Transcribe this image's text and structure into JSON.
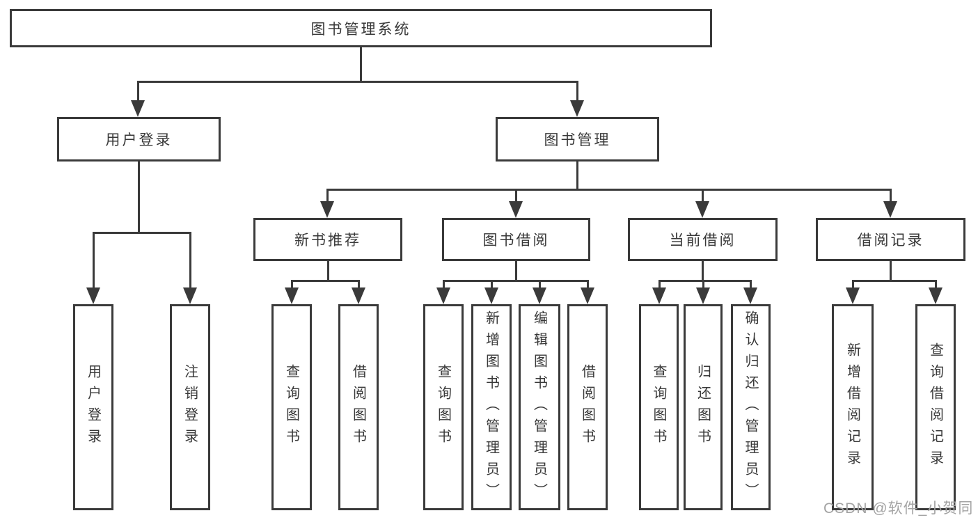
{
  "colors": {
    "line": "#3a3a3a",
    "text": "#383838",
    "box_fill": "#ffffff",
    "watermark": "#a3a3a3",
    "background": "#ffffff"
  },
  "watermark": {
    "text": "CSDN @软件_小贺同学"
  },
  "tree": {
    "root": {
      "label": "图书管理系统"
    },
    "branches": [
      {
        "label": "用户登录",
        "children": [
          {
            "label": "用户登录"
          },
          {
            "label": "注销登录"
          }
        ]
      },
      {
        "label": "图书管理",
        "children": [
          {
            "label": "新书推荐",
            "children": [
              {
                "label": "查询图书"
              },
              {
                "label": "借阅图书"
              }
            ]
          },
          {
            "label": "图书借阅",
            "children": [
              {
                "label": "查询图书"
              },
              {
                "label": "新增图书（管理员）"
              },
              {
                "label": "编辑图书（管理员）"
              },
              {
                "label": "借阅图书"
              }
            ]
          },
          {
            "label": "当前借阅",
            "children": [
              {
                "label": "查询图书"
              },
              {
                "label": "归还图书"
              },
              {
                "label": "确认归还（管理员）"
              }
            ]
          },
          {
            "label": "借阅记录",
            "children": [
              {
                "label": "新增借阅记录"
              },
              {
                "label": "查询借阅记录"
              }
            ]
          }
        ]
      }
    ]
  }
}
